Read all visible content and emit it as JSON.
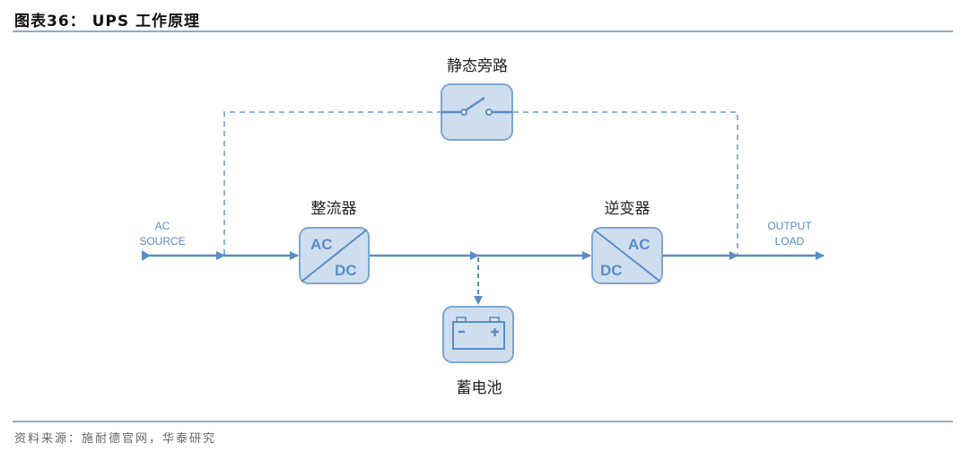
{
  "header": {
    "title": "图表36：  UPS 工作原理"
  },
  "diagram": {
    "bypass": {
      "label": "静态旁路"
    },
    "rectifier": {
      "label": "整流器",
      "in": "AC",
      "out": "DC"
    },
    "inverter": {
      "label": "逆变器",
      "in": "DC",
      "out": "AC"
    },
    "battery": {
      "label": "蓄电池",
      "minus": "-",
      "plus": "+"
    },
    "ac_source": {
      "line1": "AC",
      "line2": "SOURCE"
    },
    "output_load": {
      "line1": "OUTPUT",
      "line2": "LOAD"
    },
    "colors": {
      "line": "#5b8cc4",
      "box_fill": "#cfdeef",
      "box_stroke": "#7ea6d2"
    }
  },
  "footer": {
    "source": "资料来源：施耐德官网，华泰研究"
  }
}
